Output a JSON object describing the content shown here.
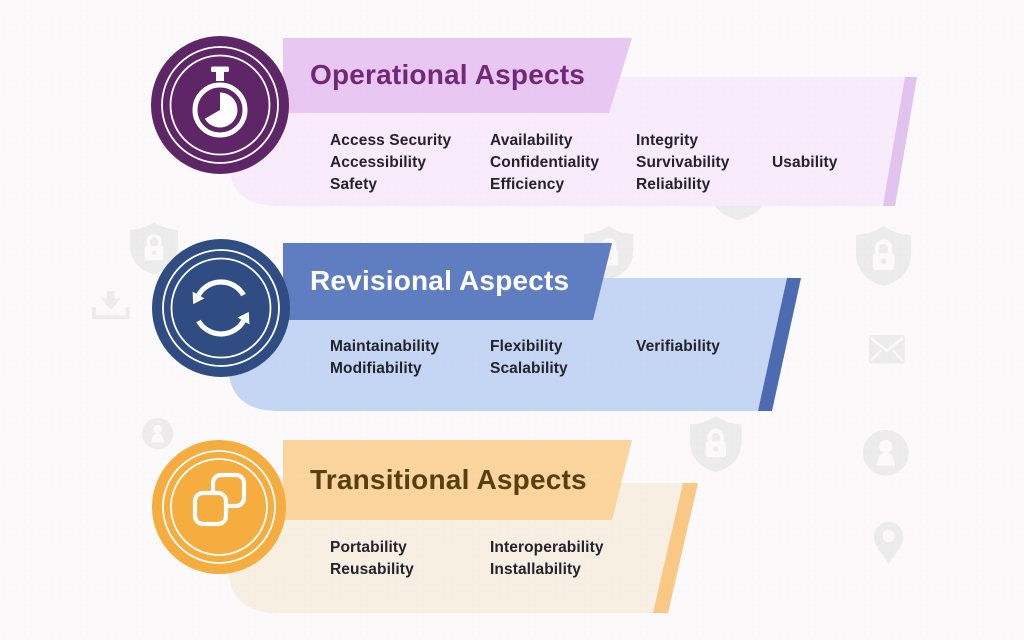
{
  "page": {
    "background_color": "#FBF9FA",
    "watermark_color": "#ECECEC",
    "watermark_icons": [
      "shield-lock-icon",
      "download-icon",
      "envelope-icon",
      "person-icon",
      "location-pin-icon"
    ]
  },
  "text": {
    "item_color": "#24222A"
  },
  "sections": [
    {
      "id": "operational",
      "title": "Operational Aspects",
      "icon": "stopwatch-icon",
      "colors": {
        "circle": "#5E2667",
        "header": "#E8C8F3",
        "panel": "#F8EBFB",
        "stripe": "#E2C2EF",
        "title": "#712879"
      },
      "columns": [
        [
          "Access Security",
          "Accessibility",
          "Safety"
        ],
        [
          "Availability",
          "Confidentiality",
          "Efficiency"
        ],
        [
          "Integrity",
          "Survivability",
          "Reliability"
        ],
        [
          "Usability"
        ]
      ]
    },
    {
      "id": "revisional",
      "title": "Revisional Aspects",
      "icon": "sync-arrows-icon",
      "colors": {
        "circle": "#2F4C83",
        "header": "#5F7DC1",
        "panel": "#C5D6F4",
        "stripe": "#4C6BB0",
        "title": "#FFFFFF"
      },
      "columns": [
        [
          "Maintainability",
          "Modifiability"
        ],
        [
          "Flexibility",
          "Scalability"
        ],
        [
          "Verifiability"
        ]
      ]
    },
    {
      "id": "transitional",
      "title": "Transitional Aspects",
      "icon": "copy-squares-icon",
      "colors": {
        "circle": "#F6AD3F",
        "header": "#FBD49E",
        "panel": "#F6EFE2",
        "stripe": "#F9C884",
        "title": "#564010"
      },
      "columns": [
        [
          "Portability",
          "Reusability"
        ],
        [
          "Interoperability",
          "Installability"
        ]
      ]
    }
  ]
}
